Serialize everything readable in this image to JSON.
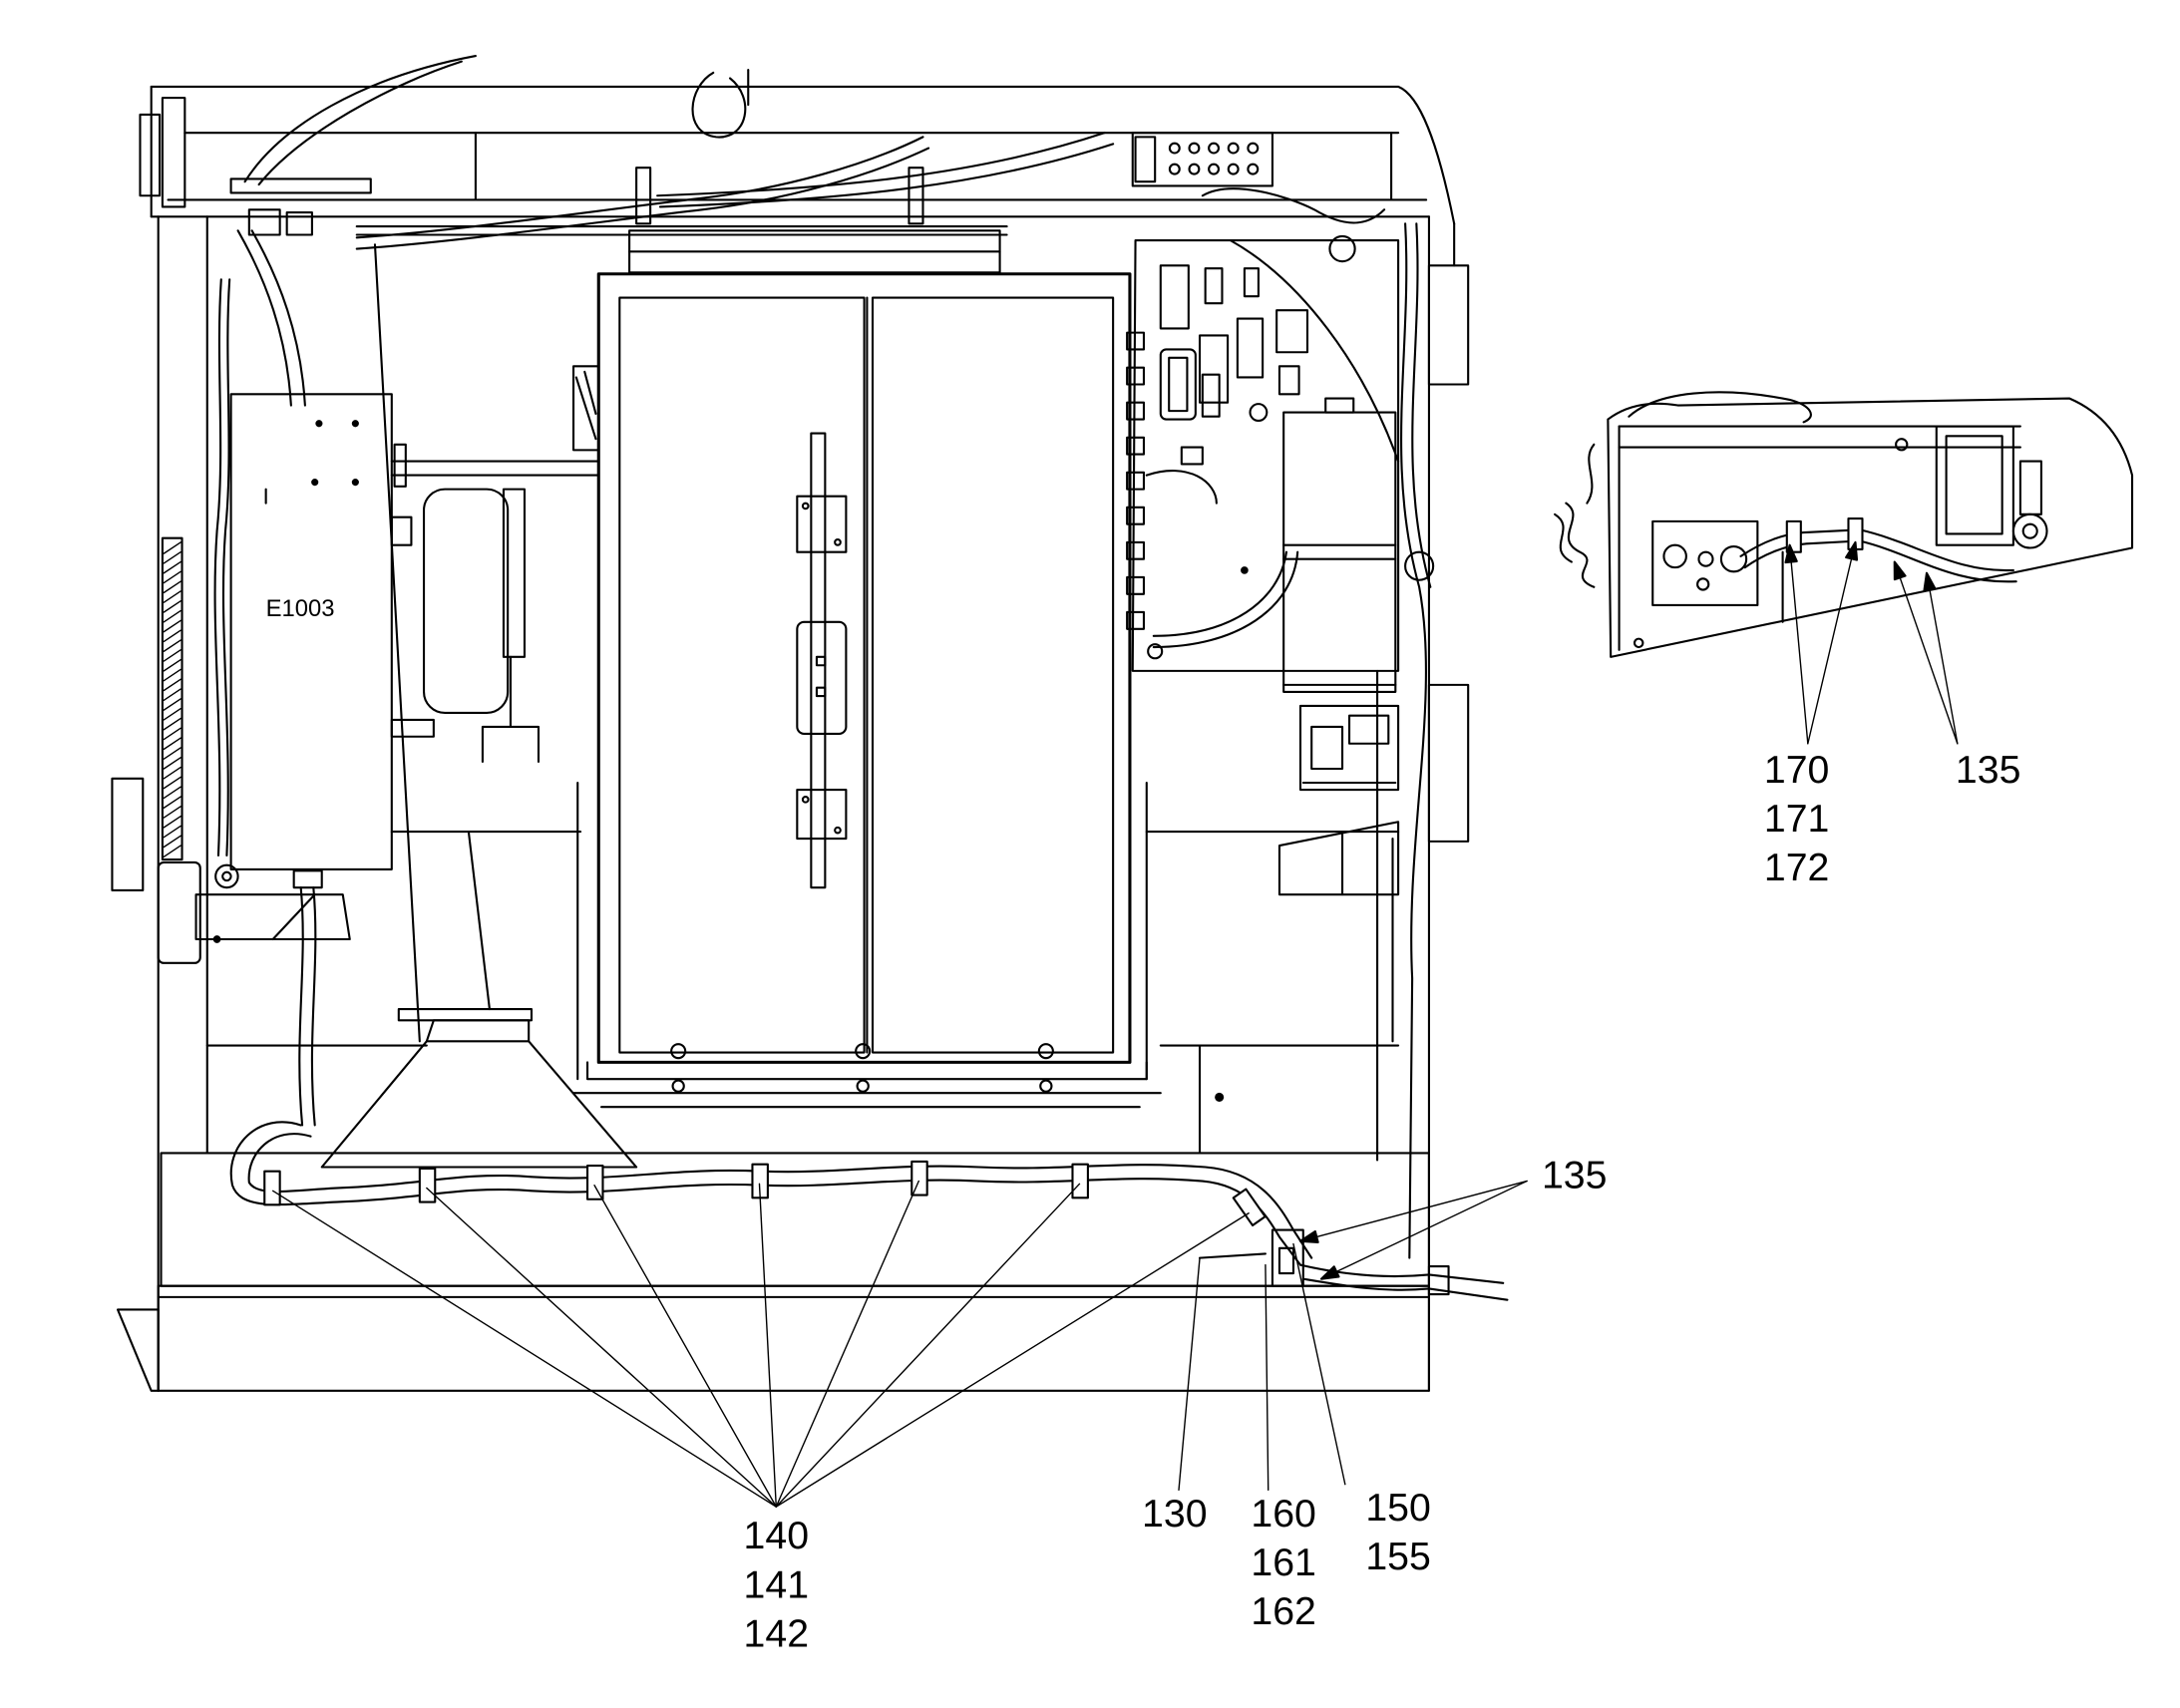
{
  "drawing": {
    "component_label": "E1003",
    "callouts": [
      {
        "lines": [
          "140",
          "141",
          "142"
        ]
      },
      {
        "lines": [
          "130"
        ]
      },
      {
        "lines": [
          "160",
          "161",
          "162"
        ]
      },
      {
        "lines": [
          "150",
          "155"
        ]
      },
      {
        "lines": [
          "135"
        ]
      },
      {
        "lines": [
          "170",
          "171",
          "172"
        ]
      },
      {
        "lines": [
          "135"
        ]
      }
    ]
  },
  "colors": {
    "line": "#000000",
    "background": "#ffffff"
  }
}
